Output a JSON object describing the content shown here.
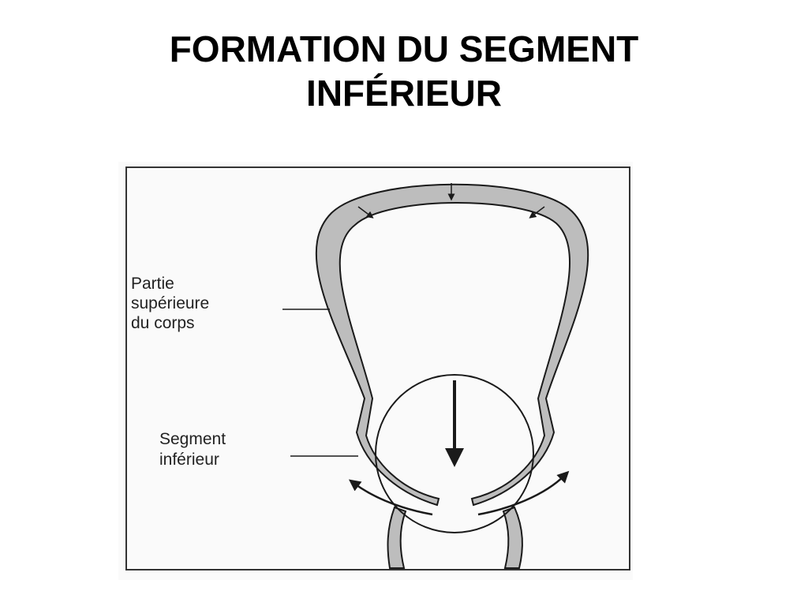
{
  "title": {
    "line1": "FORMATION  DU SEGMENT",
    "line2": "INFÉRIEUR"
  },
  "diagram": {
    "labels": {
      "upper_part": [
        "Partie",
        "supérieure",
        "du corps"
      ],
      "lower_segment": [
        "Segment",
        "inférieur"
      ]
    },
    "colors": {
      "wall_fill": "#bdbdbd",
      "stroke": "#1a1a1a",
      "frame": "#333333",
      "paper": "#fafafa"
    }
  }
}
